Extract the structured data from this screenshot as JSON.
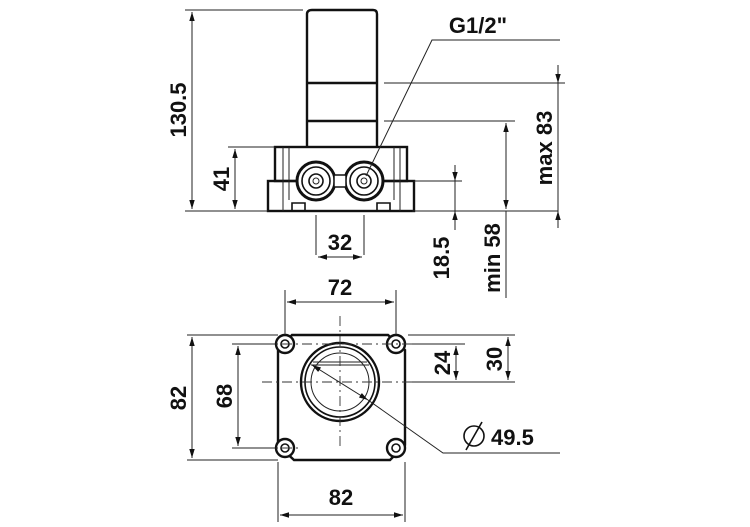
{
  "drawing": {
    "type": "technical-dimension-drawing",
    "subject": "concealed valve body",
    "units": "mm",
    "side_view": {
      "dimensions": {
        "overall_height": "130.5",
        "base_height": "41",
        "inlet_spacing": "32",
        "thread": "G1/2\"",
        "outlet_offset": "18.5",
        "min_depth": "min 58",
        "max_depth": "max 83"
      }
    },
    "top_view": {
      "dimensions": {
        "hole_spacing_x": "72",
        "overall_width": "82",
        "overall_height": "82",
        "hole_spacing_y": "68",
        "offset_small": "24",
        "offset_large": "30",
        "bore_diameter_symbol": "∅",
        "bore_diameter": "49.5"
      }
    },
    "colors": {
      "line": "#111111",
      "background": "#ffffff"
    }
  }
}
